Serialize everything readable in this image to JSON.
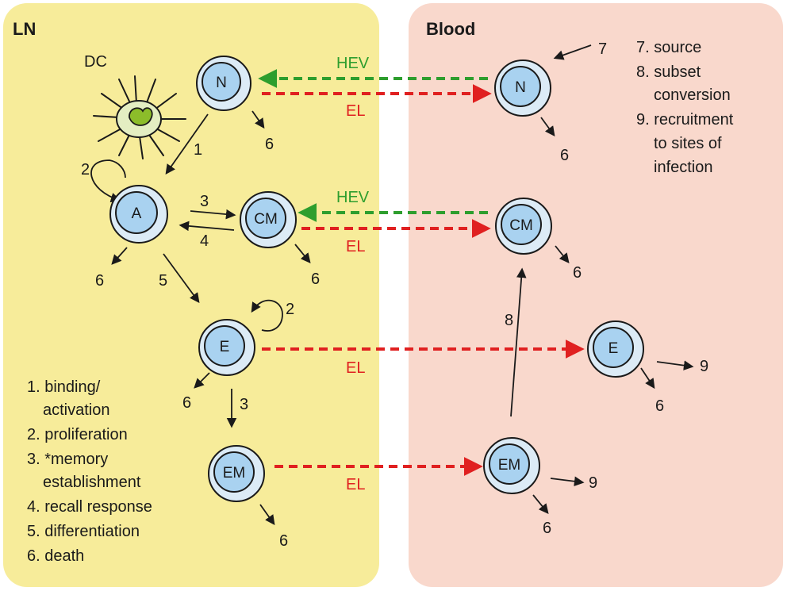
{
  "panels": {
    "ln_title": "LN",
    "blood_title": "Blood"
  },
  "colors": {
    "ln_bg": "#f7ec9a",
    "blood_bg": "#f9d8cc",
    "cell_outer": "#dcebf6",
    "cell_inner": "#a9d2f0",
    "hev_arrow": "#2e9e2e",
    "el_arrow": "#e02020",
    "dc_body": "#e4eec2",
    "dc_nucleus": "#8cbd2a"
  },
  "dc_label": "DC",
  "cells": {
    "ln_n": "N",
    "ln_a": "A",
    "ln_cm": "CM",
    "ln_e": "E",
    "ln_em": "EM",
    "bl_n": "N",
    "bl_cm": "CM",
    "bl_e": "E",
    "bl_em": "EM"
  },
  "arrow_labels": {
    "hev": "HEV",
    "el": "EL",
    "n1": "1",
    "n2": "2",
    "n3": "3",
    "n4": "4",
    "n5": "5",
    "n6": "6",
    "n7": "7",
    "n8": "8",
    "n9": "9"
  },
  "ln_legend": [
    "1. binding/",
    "activation",
    "2. proliferation",
    "3. *memory",
    "establishment",
    "4. recall response",
    "5. differentiation",
    "6. death"
  ],
  "blood_legend": [
    "7. source",
    "8. subset",
    "conversion",
    "9. recruitment",
    "to sites of",
    "infection"
  ]
}
